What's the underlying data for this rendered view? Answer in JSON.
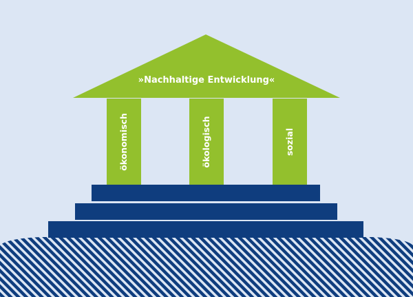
{
  "diagram": {
    "roof_label": "»Nachhaltige Entwicklung«",
    "pillars": [
      {
        "label": "ökonomisch"
      },
      {
        "label": "ökologisch"
      },
      {
        "label": "sozial"
      }
    ]
  },
  "colors": {
    "background": "#dce6f4",
    "green": "#93c02d",
    "navy": "#0f3d7e",
    "hatch_light": "#dce6f4",
    "text": "#ffffff"
  }
}
